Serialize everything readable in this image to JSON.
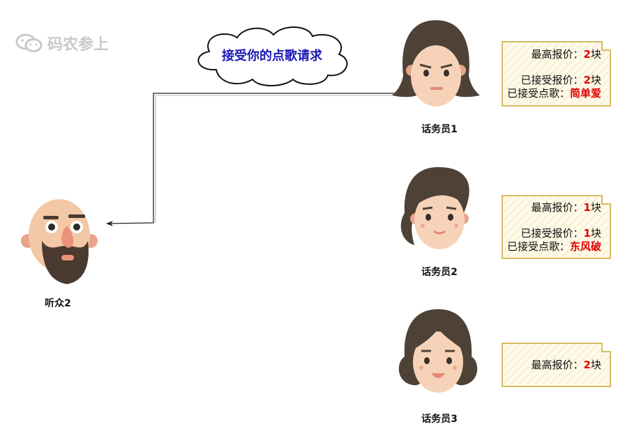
{
  "watermark": {
    "text": "码农参上"
  },
  "cloud": {
    "text": "接受你的点歌请求"
  },
  "listener": {
    "label": "听众2"
  },
  "operators": [
    {
      "label": "话务员1",
      "bid_prefix": "最高报价：",
      "bid_value": "2",
      "bid_unit": "块",
      "acc_price_prefix": "已接受报价：",
      "acc_price_value": "2",
      "acc_price_unit": "块",
      "acc_song_prefix": "已接受点歌：",
      "acc_song_value": "简单爱"
    },
    {
      "label": "话务员2",
      "bid_prefix": "最高报价：",
      "bid_value": "1",
      "bid_unit": "块",
      "acc_price_prefix": "已接受报价：",
      "acc_price_value": "1",
      "acc_price_unit": "块",
      "acc_song_prefix": "已接受点歌：",
      "acc_song_value": "东风破"
    },
    {
      "label": "话务员3",
      "bid_prefix": "最高报价：",
      "bid_value": "2",
      "bid_unit": "块"
    }
  ],
  "colors": {
    "highlight": "#e00000",
    "cloud_text": "#1a1ab5",
    "note_border": "#d7bb62"
  }
}
